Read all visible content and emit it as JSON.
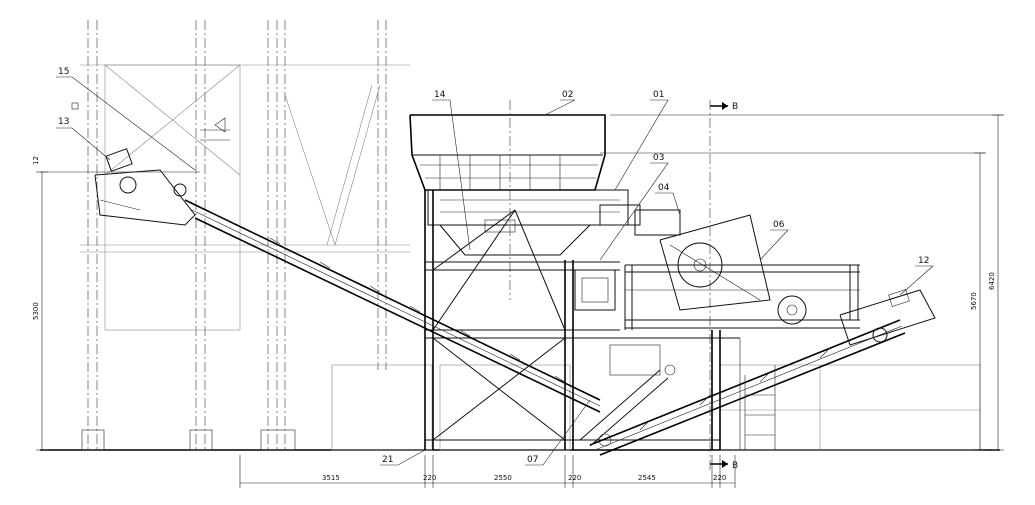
{
  "drawing": {
    "part_labels": [
      "02",
      "01",
      "03",
      "04",
      "06",
      "12",
      "13",
      "14",
      "15",
      "21",
      "07"
    ],
    "section_marker": "B",
    "dimensions": {
      "horizontal": [
        "3515",
        "220",
        "2550",
        "220",
        "2545",
        "220"
      ],
      "vertical": [
        "5300",
        "5670",
        "6420"
      ],
      "small": "12"
    }
  }
}
